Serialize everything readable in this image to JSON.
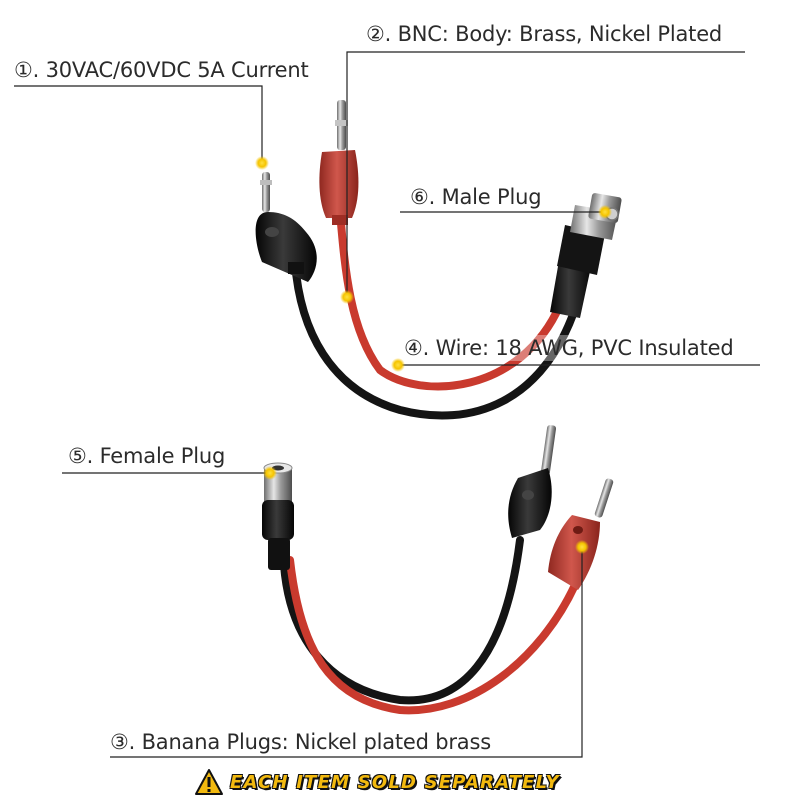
{
  "labels": {
    "voltage": "①. 30VAC/60VDC  5A Current",
    "bnc": "②. BNC: Body: Brass, Nickel Plated",
    "male_plug": "⑥. Male Plug",
    "wire": "④. Wire: 18 AWG, PVC Insulated",
    "female_plug": "⑤. Female Plug",
    "banana": "③. Banana Plugs: Nickel plated brass"
  },
  "warning": {
    "text": "EACH ITEM SOLD SEPARATELY",
    "icon": "warning-triangle-icon"
  },
  "colors": {
    "wire_red": "#c93a2e",
    "wire_black": "#141414",
    "plug_red": "#c8443b",
    "plug_black": "#1a1a1a",
    "marker": "#f5c400",
    "leader": "#222222",
    "warning_text": "#f2b90f"
  }
}
